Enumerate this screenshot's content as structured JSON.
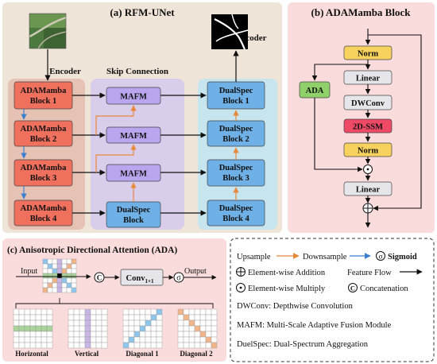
{
  "panel_a": {
    "title": "(a) RFM-UNet",
    "encoder_label": "Encoder",
    "skip_label": "Skip Connection",
    "decoder_label": "Decoder",
    "encoder_blocks": [
      {
        "line1": "ADAMamba",
        "line2": "Block 1"
      },
      {
        "line1": "ADAMamba",
        "line2": "Block 2"
      },
      {
        "line1": "ADAMamba",
        "line2": "Block 3"
      },
      {
        "line1": "ADAMamba",
        "line2": "Block 4"
      }
    ],
    "mafm_blocks": [
      "MAFM",
      "MAFM",
      "MAFM"
    ],
    "bottleneck": {
      "line1": "DualSpec",
      "line2": "Block"
    },
    "decoder_blocks": [
      {
        "line1": "DualSpec",
        "line2": "Block 1"
      },
      {
        "line1": "DualSpec",
        "line2": "Block 2"
      },
      {
        "line1": "DualSpec",
        "line2": "Block 3"
      },
      {
        "line1": "DualSpec",
        "line2": "Block 4"
      }
    ]
  },
  "panel_b": {
    "title": "(b) ADAMamba Block",
    "ada": "ADA",
    "norm1": "Norm",
    "linear1": "Linear",
    "dwconv": "DWConv",
    "ssm": "2D-SSM",
    "norm2": "Norm",
    "linear2": "Linear"
  },
  "panel_c": {
    "title": "(c) Anisotropic Directional Attention (ADA)",
    "input": "Input",
    "conv": "Conv",
    "conv_sub": "1×1",
    "output": "Output",
    "concat_symbol": "C",
    "sigmoid_symbol": "σ",
    "directions": [
      "Horizontal",
      "Vertical",
      "Diagonal 1",
      "Diagonal 2"
    ]
  },
  "legend": {
    "upsample": "Upsample",
    "downsample": "Downsample",
    "sigmoid": "Sigmoid",
    "addition": "Element-wise Addition",
    "feature_flow": "Feature Flow",
    "multiply": "Element-wise Multiply",
    "concatenation": "Concatenation",
    "dwconv_def": "DWConv: Depthwise Convolution",
    "mafm_def": "MAFM: Multi-Scale Adaptive Fusion Module",
    "duelspec_def": "DuelSpec: Dual-Spectrum Aggregation",
    "sigma_symbol": "σ",
    "concat_symbol": "C"
  },
  "colors": {
    "panel_a_bg": "#efe4d8",
    "panel_b_bg": "#fbdcdc",
    "panel_c_bg": "#fbdcdc",
    "encoder_col": "#e6c2b4",
    "skip_col": "#d8ceec",
    "decoder_col": "#c7e5ee",
    "adamamba": "#f0705e",
    "mafm": "#b9a6ee",
    "dualspec": "#6fb1e6",
    "norm": "#f7d25e",
    "linear": "#e6e6ea",
    "ssm": "#ee4a66",
    "ada": "#8fd06a",
    "upsample": "#e8893a",
    "downsample": "#3a7fd0"
  }
}
